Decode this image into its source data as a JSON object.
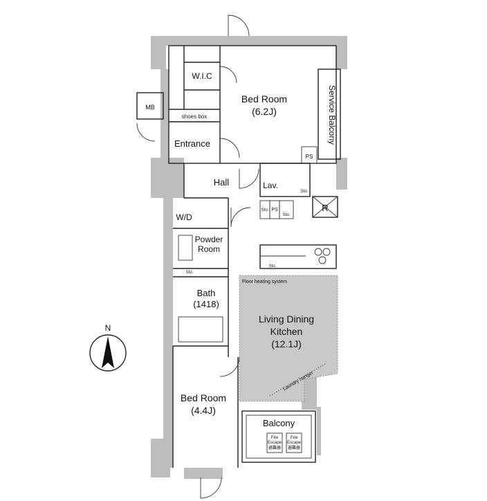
{
  "rooms": {
    "bedroom_1": {
      "name": "Bed Room",
      "size": "(6.2J)"
    },
    "wic": "W.I.C",
    "mb": "MB",
    "shoes_box": "shoes box",
    "entrance": "Entrance",
    "service_balcony": "Service Balcony",
    "ps_top": "PS",
    "hall": "Hall",
    "lav": "Lav.",
    "r": "R",
    "sto_1": "Sto.",
    "ps_mid": "PS",
    "sto_2": "Sto.",
    "sto_3": "Sto.",
    "wd": "W/D",
    "powder_room": {
      "line1": "Powder",
      "line2": "Room"
    },
    "sto_powder": "Sto.",
    "bath": {
      "name": "Bath",
      "size": "(1418)"
    },
    "sto_kitchen": "Sto.",
    "floor_heating": "Floor heating system",
    "ldk": {
      "line1": "Living Dining",
      "line2": "Kitchen",
      "size": "(12.1J)"
    },
    "laundry_hanger": "Laundry hanger",
    "bedroom_2": {
      "name": "Bed Room",
      "size": "(4.4J)"
    },
    "balcony": "Balcony",
    "fire_escape": [
      {
        "line1": "Fire",
        "line2": "Escape",
        "line3": "避難器"
      },
      {
        "line1": "Fire",
        "line2": "Escape",
        "line3": "避難器"
      }
    ]
  },
  "compass": {
    "label": "N"
  },
  "colors": {
    "wall": "#bdbdbd",
    "floor_heating": "#c8c8c8",
    "line": "#222222"
  }
}
